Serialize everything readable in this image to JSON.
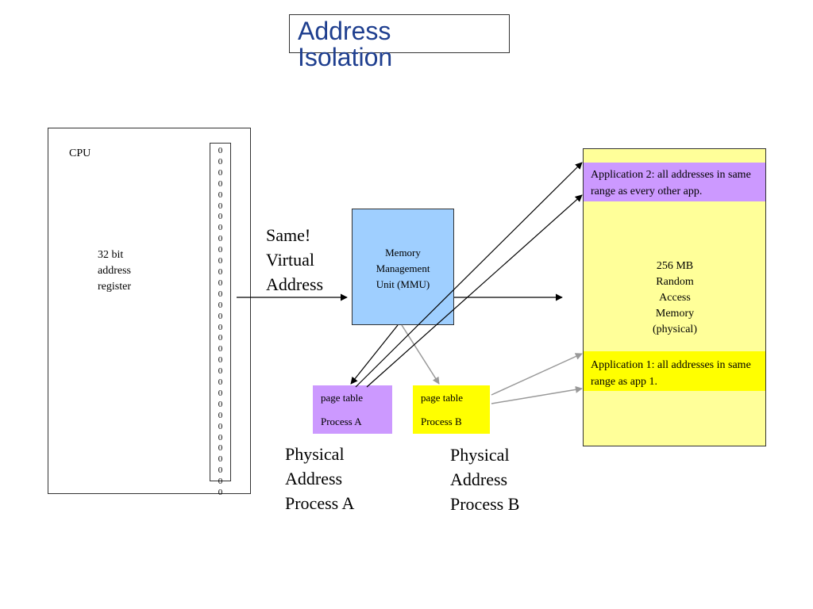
{
  "title": {
    "line1": "Address",
    "line2": "Isolation"
  },
  "cpu": {
    "label": "CPU",
    "register_label": [
      "32 bit",
      "address",
      "register"
    ],
    "register_bits": [
      "0",
      "0",
      "0",
      "0",
      "0",
      "0",
      "0",
      "0",
      "0",
      "0",
      "0",
      "0",
      "0",
      "0",
      "0",
      "0",
      "0",
      "0",
      "0",
      "0",
      "0",
      "0",
      "0",
      "0",
      "0",
      "0",
      "0",
      "0",
      "0",
      "0",
      "0",
      "0"
    ]
  },
  "virtual_address": {
    "lines": [
      "Same!",
      "Virtual",
      "Address"
    ]
  },
  "mmu": {
    "lines": [
      "Memory",
      "Management",
      "Unit (MMU)"
    ]
  },
  "page_tables": {
    "a": {
      "line1": "page table",
      "line2": "Process A"
    },
    "b": {
      "line1": "page table",
      "line2": "Process B"
    }
  },
  "physical_address": {
    "a": [
      "Physical",
      "Address",
      "Process A"
    ],
    "b": [
      "Physical",
      "Address",
      "Process B"
    ]
  },
  "ram": {
    "lines": [
      "256 MB",
      "Random",
      "Access",
      "Memory",
      "(physical)"
    ],
    "app2": "Application 2: all addresses in same range as every other app.",
    "app1": "Application 1: all addresses in same range as app 1."
  },
  "colors": {
    "title": "#1f3f8f",
    "mmu": "#9fcfff",
    "page_table_a": "#cc99ff",
    "page_table_b": "#ffff00",
    "ram": "#ffff99",
    "app2": "#cc99ff",
    "app1": "#ffff00",
    "gray_arrow": "#999999"
  }
}
